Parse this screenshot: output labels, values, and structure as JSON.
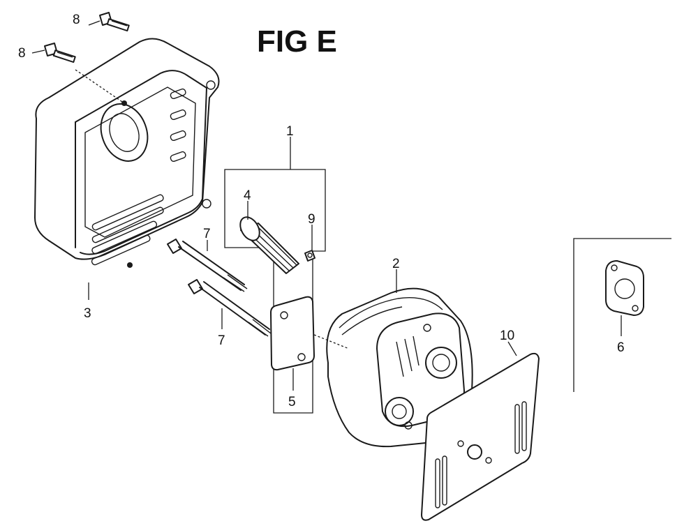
{
  "figure": {
    "title": "FIG E"
  },
  "callouts": {
    "c1": "1",
    "c2": "2",
    "c3": "3",
    "c4": "4",
    "c5": "5",
    "c6": "6",
    "c7a": "7",
    "c7b": "7",
    "c8a": "8",
    "c8b": "8",
    "c9": "9",
    "c10": "10"
  }
}
